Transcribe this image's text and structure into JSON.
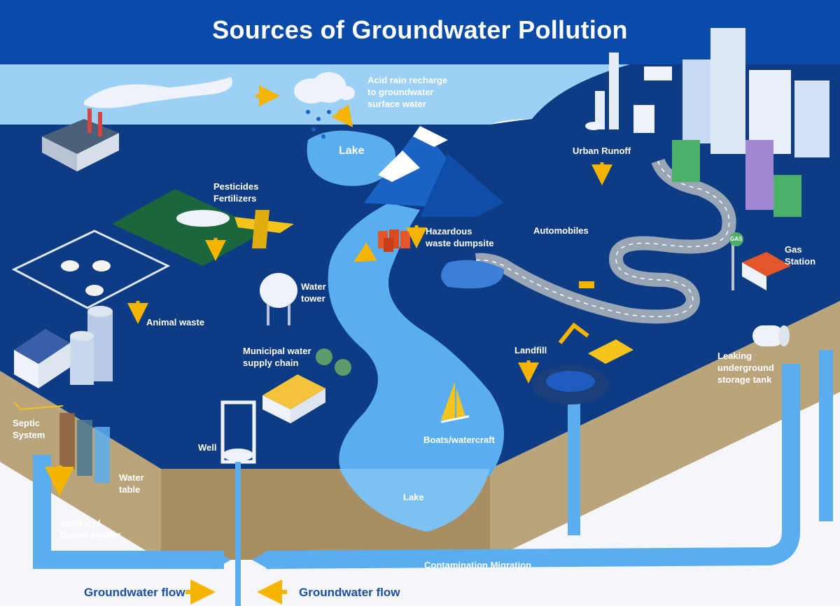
{
  "title": "Sources of Groundwater Pollution",
  "colors": {
    "title_band": "#0a4aa8",
    "sky": "#9cd0f5",
    "ground_surface": "#0d3c84",
    "soil": "#b9a47c",
    "water": "#5aaef0",
    "arrow_yellow": "#f4b400",
    "flow_text": "#1c4fa0"
  },
  "labels": {
    "acid_rain": [
      "Acid rain recharge",
      "to groundwater",
      "surface water"
    ],
    "lake_top": "Lake",
    "pesticides": [
      "Pesticides",
      "Fertilizers"
    ],
    "urban_runoff": "Urban Runoff",
    "hazardous": [
      "Hazardous",
      "waste dumpsite"
    ],
    "automobiles": "Automobiles",
    "gas_station": [
      "Gas",
      "Station"
    ],
    "water_tower": [
      "Water",
      "tower"
    ],
    "animal_waste": "Animal waste",
    "municipal": [
      "Municipal water",
      "supply chain"
    ],
    "landfill": "Landfill",
    "leaking_tank": [
      "Leaking",
      "underground",
      "storage tank"
    ],
    "septic": [
      "Septic",
      "System"
    ],
    "well": "Well",
    "water_table": [
      "Water",
      "table"
    ],
    "boats": "Boats/watercraft",
    "lake_bottom": "Lake",
    "aquifer": [
      "Sand and",
      "Gravel aquifer"
    ],
    "contamination": "Contamination Migration",
    "gw_flow_left": "Groundwater flow",
    "gw_flow_right": "Groundwater flow",
    "gas_sign": "GAS"
  },
  "icons": [
    "factory-icon",
    "cloud-icon",
    "mountain-icon",
    "city-icon",
    "road-icon",
    "plane-icon",
    "crop-field-icon",
    "sheep-icon",
    "barn-icon",
    "silo-icon",
    "water-tower-icon",
    "warehouse-icon",
    "barrels-icon",
    "car-icon",
    "excavator-icon",
    "gas-station-icon",
    "storage-tank-icon",
    "well-icon",
    "sailboat-icon",
    "septic-tank-icon",
    "tree-icon"
  ]
}
